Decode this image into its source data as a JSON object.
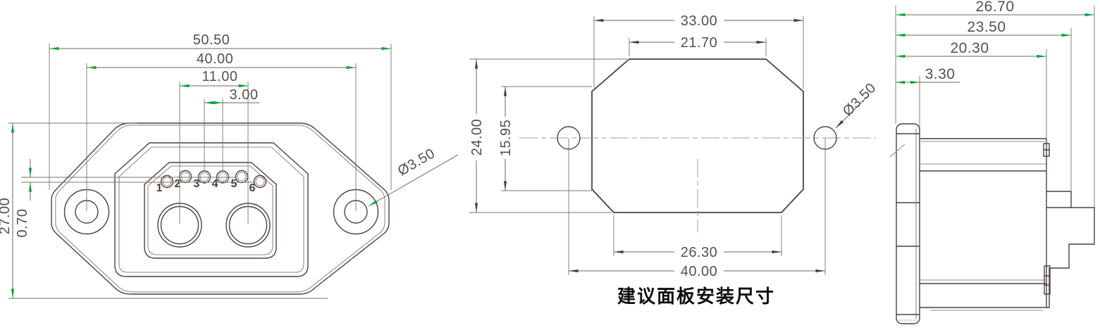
{
  "drawing": {
    "caption": "建议面板安装尺寸",
    "colors": {
      "line": "#4A4240",
      "dimension": "#6E6660",
      "arrow_green": "#00A837",
      "arrow_dark": "#46403C",
      "centerline": "#A39B94",
      "text": "#57504B"
    },
    "front_view": {
      "dims": {
        "total_width": "50.50",
        "mount_hole_spacing": "40.00",
        "socket_hole_spacing": "11.00",
        "pin_pitch": "3.00",
        "height": "27.00",
        "pin_row_offset": "0.70",
        "mount_hole_dia": "Ø3.50"
      },
      "pin_labels": [
        "1",
        "2",
        "3",
        "4",
        "5",
        "6"
      ]
    },
    "panel_cutout": {
      "dims": {
        "cutout_width": "33.00",
        "top_flat_width": "21.70",
        "cutout_height": "24.00",
        "side_flat_height": "15.95",
        "bottom_flat_width": "26.30",
        "mount_hole_spacing": "40.00",
        "mount_hole_dia": "Ø3.50"
      }
    },
    "side_view": {
      "dims": {
        "total_depth": "26.70",
        "mid_depth": "23.50",
        "body_depth": "20.30",
        "flange_thickness": "3.30"
      }
    }
  }
}
